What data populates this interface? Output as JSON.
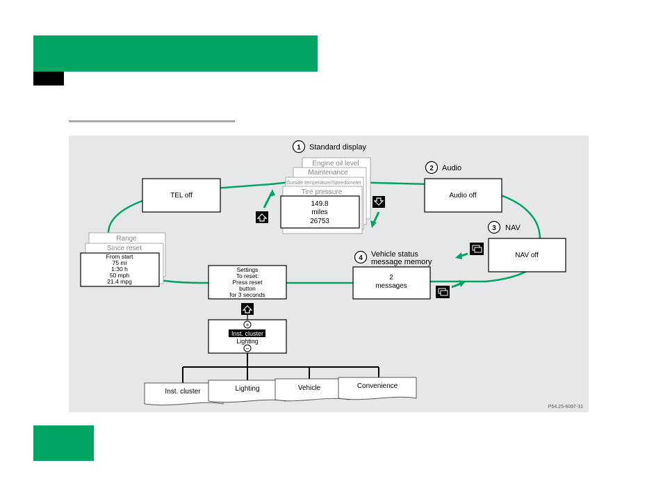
{
  "standard_display": {
    "number": "1",
    "title": "Standard display",
    "cards": [
      "Engine oil level",
      "Maintenance",
      "Outside temperature/Speedometer",
      "Tire pressure"
    ],
    "front_lines": [
      "149.8",
      "miles",
      "26753"
    ]
  },
  "audio": {
    "number": "2",
    "title": "Audio",
    "box": "Audio off"
  },
  "nav": {
    "number": "3",
    "title": "NAV",
    "box": "NAV off"
  },
  "vehicle_status": {
    "number": "4",
    "title_line1": "Vehicle status",
    "title_line2": "message memory",
    "box_lines": [
      "2",
      "messages"
    ]
  },
  "tel": {
    "box": "TEL off"
  },
  "trip": {
    "cards": [
      "Range",
      "Since reset"
    ],
    "front_lines": [
      "From start",
      "75 mi",
      "1:30 h",
      "50 mph",
      "21.4 mpg"
    ]
  },
  "settings": {
    "reset_lines": [
      "Settings",
      "To reset:",
      "Press reset",
      "button",
      "for 3 seconds"
    ],
    "selected": "Inst. cluster",
    "next": "Lighting",
    "submenus": [
      "Inst. cluster",
      "Lighting",
      "Vehicle",
      "Convenience"
    ]
  },
  "figure_code": "P54.25-6097-31",
  "colors": {
    "brand_green": "#00a562",
    "loop_green": "#00a562",
    "figure_bg": "#e6e7e8"
  }
}
